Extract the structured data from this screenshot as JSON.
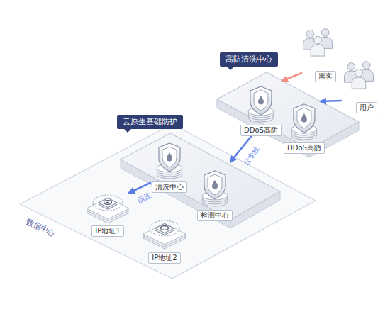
{
  "diagram": {
    "nodes": [
      {
        "text": [
          "数据中心"
        ]
      },
      {
        "text": [
          "云原生基础防护"
        ],
        "in": 0
      },
      {
        "text": [
          "清洗中心"
        ],
        "in": 1
      },
      {
        "text": [
          "检测中心"
        ],
        "in": 1
      },
      {
        "text": [
          "IP地址1"
        ],
        "in": 0
      },
      {
        "text": [
          "IP地址2"
        ],
        "in": 0
      },
      {
        "text": [
          "高防清洗中心"
        ]
      },
      {
        "text": [
          "DDoS高防"
        ],
        "in": 6
      },
      {
        "text": [
          "DDoS高防"
        ],
        "in": 6
      },
      {
        "text": [
          "黑客"
        ]
      },
      {
        "text": [
          "用户"
        ]
      }
    ],
    "edges": [
      {
        "from": 6,
        "to": 1,
        "label": "云专线",
        "arrow": "to"
      },
      {
        "from": 2,
        "to": 4,
        "label": "回注",
        "arrow": "to"
      },
      {
        "from": 9,
        "to": 6,
        "arrow": "to"
      },
      {
        "from": 10,
        "to": 6,
        "arrow": "to"
      }
    ]
  }
}
